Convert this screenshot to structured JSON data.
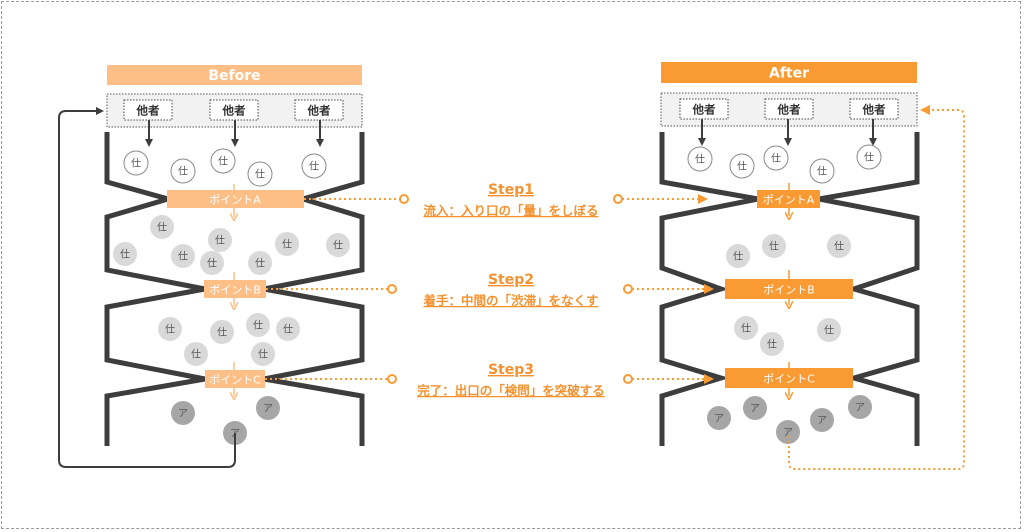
{
  "colors": {
    "before_accent": "#fdbf86",
    "after_accent": "#f99a33",
    "step_text": "#f5922f",
    "wall": "#3d3d3d",
    "work_ball_fill": "#d9d9d9",
    "output_ball_fill": "#a6a6a6",
    "actor_strip": "#f2f2f2"
  },
  "before": {
    "title": "Before",
    "actors": [
      "他者",
      "他者",
      "他者"
    ],
    "points": [
      "ポイントA",
      "ポイントB",
      "ポイントC"
    ],
    "input_balls": [
      "仕",
      "仕",
      "仕",
      "仕",
      "仕"
    ],
    "stage1_balls": [
      "仕",
      "仕",
      "仕",
      "仕",
      "仕",
      "仕",
      "仕",
      "仕"
    ],
    "stage2_balls": [
      "仕",
      "仕",
      "仕",
      "仕",
      "仕",
      "仕"
    ],
    "output_balls": [
      "ア",
      "ア",
      "ア"
    ]
  },
  "after": {
    "title": "After",
    "actors": [
      "他者",
      "他者",
      "他者"
    ],
    "points": [
      "ポイントA",
      "ポイントB",
      "ポイントC"
    ],
    "input_balls": [
      "仕",
      "仕",
      "仕",
      "仕",
      "仕"
    ],
    "stage1_balls": [
      "仕",
      "仕",
      "仕"
    ],
    "stage2_balls": [
      "仕",
      "仕",
      "仕"
    ],
    "output_balls": [
      "ア",
      "ア",
      "ア",
      "ア",
      "ア"
    ]
  },
  "steps": [
    {
      "title": "Step1",
      "desc": "流入：入り口の「量」をしぼる"
    },
    {
      "title": "Step2",
      "desc": "着手：中間の「渋滞」をなくす"
    },
    {
      "title": "Step3",
      "desc": "完了：出口の「検問」を突破する"
    }
  ]
}
